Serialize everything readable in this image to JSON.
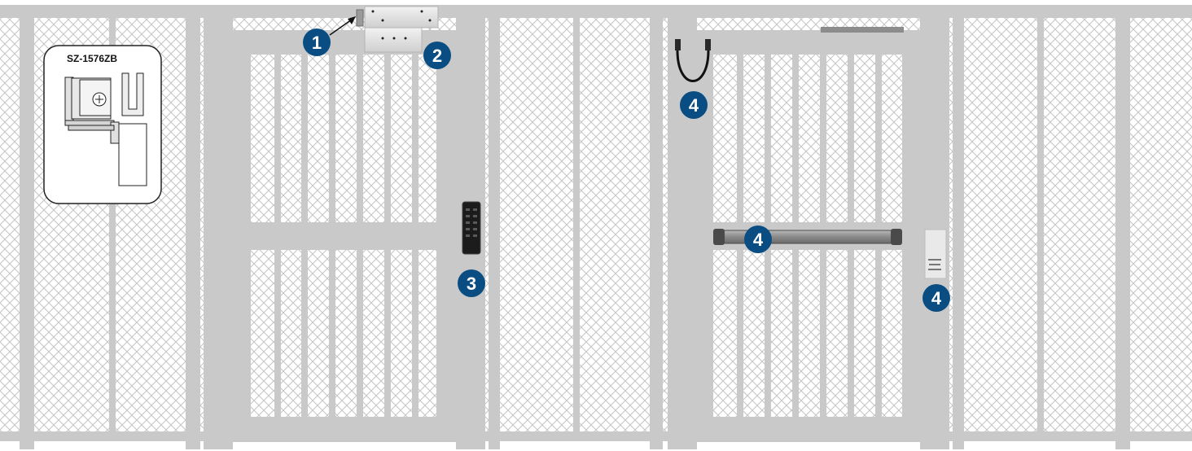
{
  "inset": {
    "model_label": "SZ-1576ZB"
  },
  "callouts": {
    "c1": "1",
    "c2": "2",
    "c3": "3",
    "c4a": "4",
    "c4b": "4",
    "c4c": "4"
  },
  "colors": {
    "frame": "#c9c9c9",
    "mesh_line": "#c2c2c2",
    "badge": "#0a4d82",
    "bar": "#7d7d7d"
  }
}
